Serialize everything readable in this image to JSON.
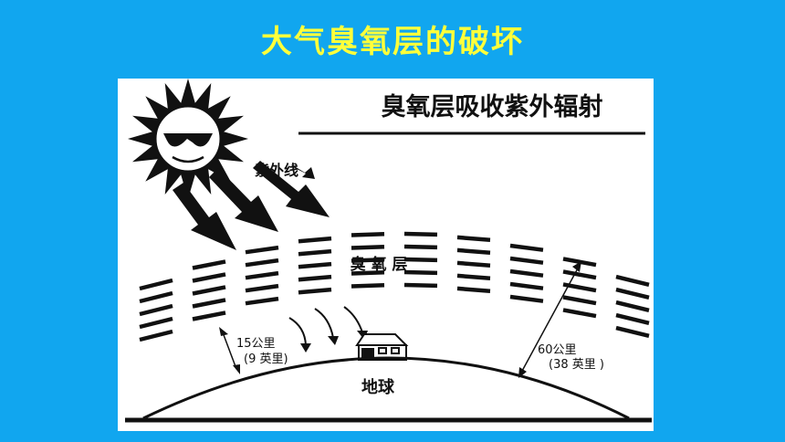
{
  "slide": {
    "title": "大气臭氧层的破坏"
  },
  "diagram": {
    "heading": "臭氧层吸收紫外辐射",
    "uv_label": "紫外线",
    "ozone_label": "臭 氧 层",
    "earth_label": "地球",
    "low_altitude": {
      "line1": "15公里",
      "line2": "(9 英里)"
    },
    "high_altitude": {
      "line1": "60公里",
      "line2": "(38 英里 )"
    }
  },
  "colors": {
    "background": "#11a6ef",
    "title": "#ffff3a",
    "panel": "#ffffff",
    "ink": "#111111"
  },
  "icons": [
    "sun-with-sunglasses-icon",
    "house-icon"
  ]
}
